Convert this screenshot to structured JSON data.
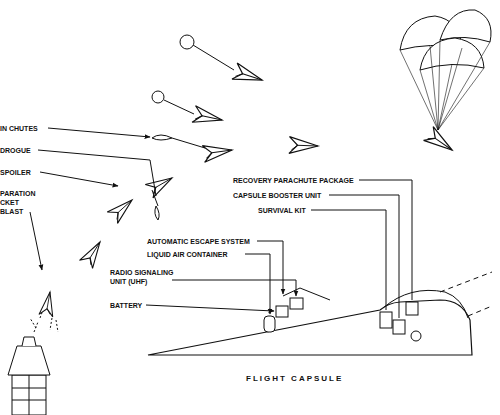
{
  "diagram": {
    "labels": [
      "IN CHUTES",
      "DROGUE",
      "SPOILER",
      "PARATION CKET BLAST",
      "RECOVERY PARACHUTE PACKAGE",
      "CAPSULE BOOSTER UNIT",
      "SURVIVAL KIT",
      "AUTOMATIC ESCAPE SYSTEM",
      "LIQUID AIR CONTAINER",
      "RADIO SIGNALING UNIT (UHF)",
      "BATTERY",
      "FLIGHT CAPSULE"
    ]
  }
}
